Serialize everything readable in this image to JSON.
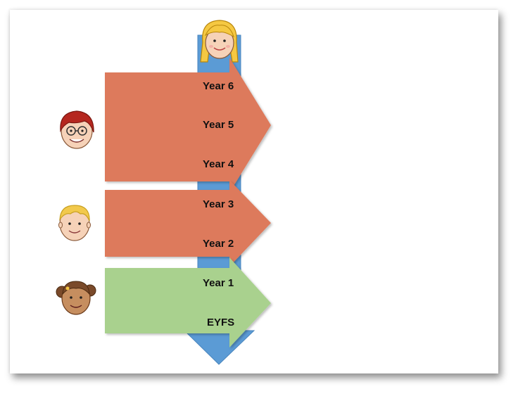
{
  "diagram": {
    "labels": {
      "year6": "Year 6",
      "year5": "Year 5",
      "year4": "Year 4",
      "year3": "Year 3",
      "year2": "Year 2",
      "year1": "Year 1",
      "eyfs": "EYFS"
    },
    "colors": {
      "progression_arrow": "#5b9bd5",
      "upper_stage_arrow": "#dd7a5c",
      "middle_stage_arrow": "#dd7a5c",
      "early_stage_arrow": "#a9d18e"
    },
    "icons": [
      "girl-blonde-face-icon",
      "redhead-glasses-face-icon",
      "boy-blonde-face-icon",
      "girl-brown-bunches-face-icon"
    ]
  }
}
